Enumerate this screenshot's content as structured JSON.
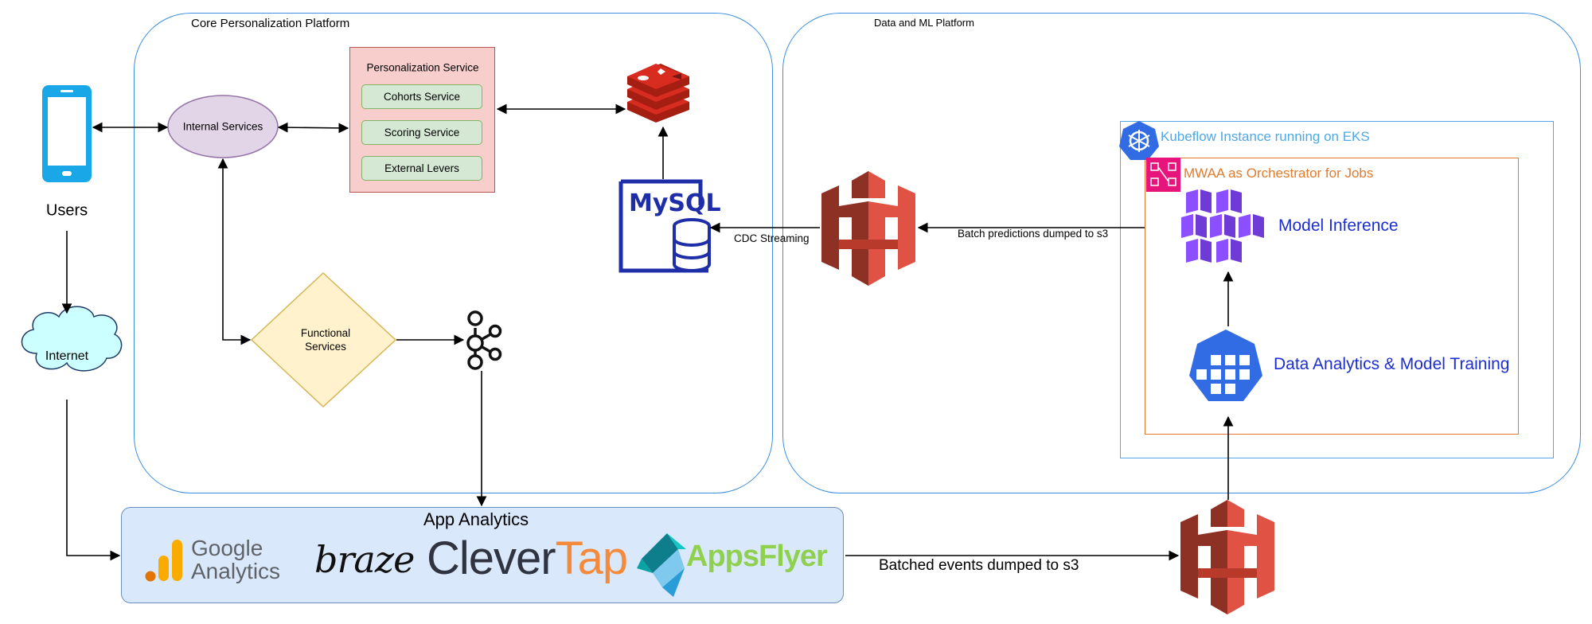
{
  "groups": {
    "core": {
      "title": "Core Personalization Platform"
    },
    "data_ml": {
      "title": "Data and ML Platform"
    }
  },
  "nodes": {
    "users": {
      "label": "Users",
      "icon": "smartphone-icon"
    },
    "internet": {
      "label": "Internet",
      "icon": "cloud-icon"
    },
    "internal_services": {
      "label": "Internal Services"
    },
    "personalization_service": {
      "title": "Personalization Service",
      "items": [
        "Cohorts Service",
        "Scoring Service",
        "External Levers"
      ]
    },
    "redis": {
      "icon": "redis-icon"
    },
    "mysql": {
      "label": "MySQL",
      "icon": "mysql-database-icon"
    },
    "functional_services": {
      "label_line1": "Functional",
      "label_line2": "Services"
    },
    "kafka": {
      "icon": "kafka-icon"
    },
    "s3_predictions": {
      "icon": "aws-s3-bucket-icon"
    },
    "s3_events": {
      "icon": "aws-s3-bucket-icon"
    },
    "kubeflow": {
      "title": "Kubeflow Instance running on EKS",
      "icon": "kubernetes-icon"
    },
    "mwaa": {
      "title": "MWAA as Orchestrator for Jobs",
      "icon": "airflow-mwaa-icon"
    },
    "model_inference": {
      "label": "Model Inference",
      "icon": "container-cluster-icon"
    },
    "data_analytics": {
      "label": "Data Analytics & Model Training",
      "icon": "kubernetes-job-icon"
    },
    "app_analytics": {
      "title": "App Analytics",
      "google_analytics": {
        "line1": "Google",
        "line2": "Analytics"
      },
      "braze": "braze",
      "clevertap": {
        "part1": "Clever",
        "part2": "Tap"
      },
      "appsflyer": "AppsFlyer"
    }
  },
  "edges": {
    "cdc_streaming": "CDC Streaming",
    "batch_predictions": "Batch predictions dumped to s3",
    "batched_events": "Batched events dumped to s3"
  },
  "colors": {
    "group_border": "#3d8fe0",
    "kubeflow_border": "#4fa8e6",
    "mwaa_border": "#e07b2f",
    "s3_red": "#d9452f",
    "redis_red": "#c4241c",
    "mysql_blue": "#1e2ea8",
    "label_blue": "#1d2ed0",
    "analytics_bg": "#dae8fc"
  }
}
